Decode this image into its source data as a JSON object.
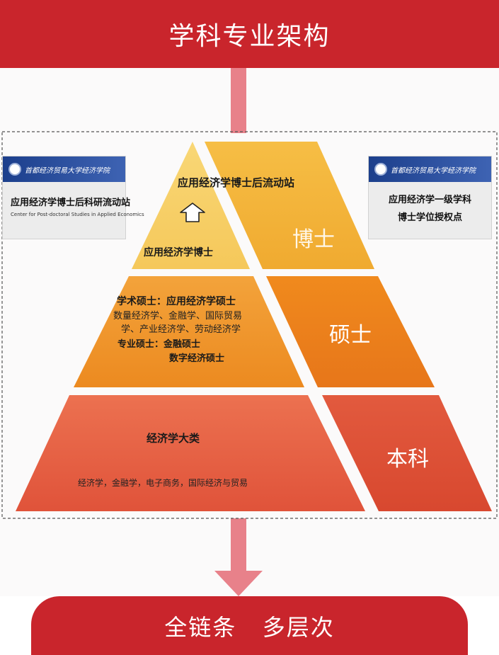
{
  "title": "学科专业架构",
  "pyramid": {
    "top": {
      "postdoc": "应用经济学博士后流动站",
      "phd": "应用经济学博士",
      "level": "博士"
    },
    "middle": {
      "academic": "学术硕士：应用经济学硕士",
      "majors_line1": "数量经济学、金融学、国际贸易",
      "majors_line2": "学、产业经济学、劳动经济学",
      "professional": "专业硕士：金融硕士",
      "digital": "数字经济硕士",
      "level": "硕士"
    },
    "bottom": {
      "category": "经济学大类",
      "majors": "经济学，金融学，电子商务，国际经济与贸易",
      "level": "本科"
    }
  },
  "left_card": {
    "header": "首都经济贸易大学经济学院",
    "title": "应用经济学博士后科研流动站",
    "subtitle": "Center for Post-doctoral Studies in Applied Economics"
  },
  "right_card": {
    "header": "首都经济贸易大学经济学院",
    "line1": "应用经济学一级学科",
    "line2": "博士学位授权点"
  },
  "footer": "全链条   多层次",
  "colors": {
    "brand_red": "#c9252c",
    "tier_top": "#f2b73d",
    "tier_middle": "#ee8a23",
    "tier_bottom": "#e25a3a"
  }
}
